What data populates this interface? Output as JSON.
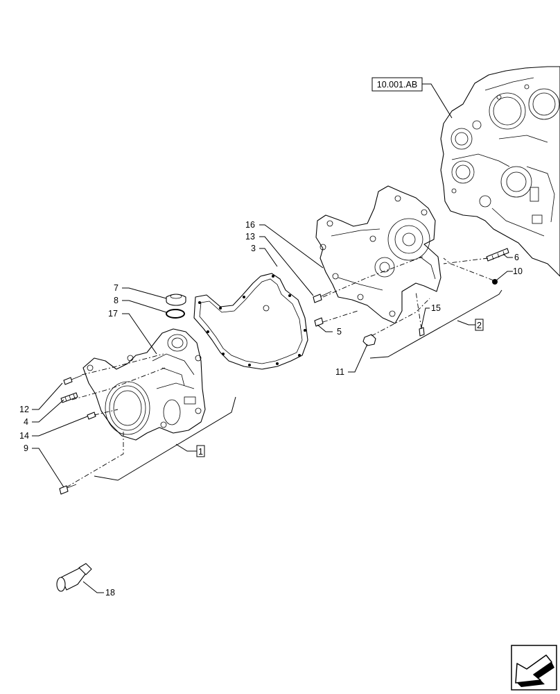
{
  "reference_box": "10.001.AB",
  "callouts": {
    "c1": "1",
    "c2": "2",
    "c3": "3",
    "c4": "4",
    "c5": "5",
    "c6": "6",
    "c7": "7",
    "c8": "8",
    "c9": "9",
    "c10": "10",
    "c11": "11",
    "c12": "12",
    "c13": "13",
    "c14": "14",
    "c15": "15",
    "c16": "16",
    "c17": "17",
    "c18": "18"
  },
  "icons": {
    "nav": "arrow-down-left-icon"
  }
}
